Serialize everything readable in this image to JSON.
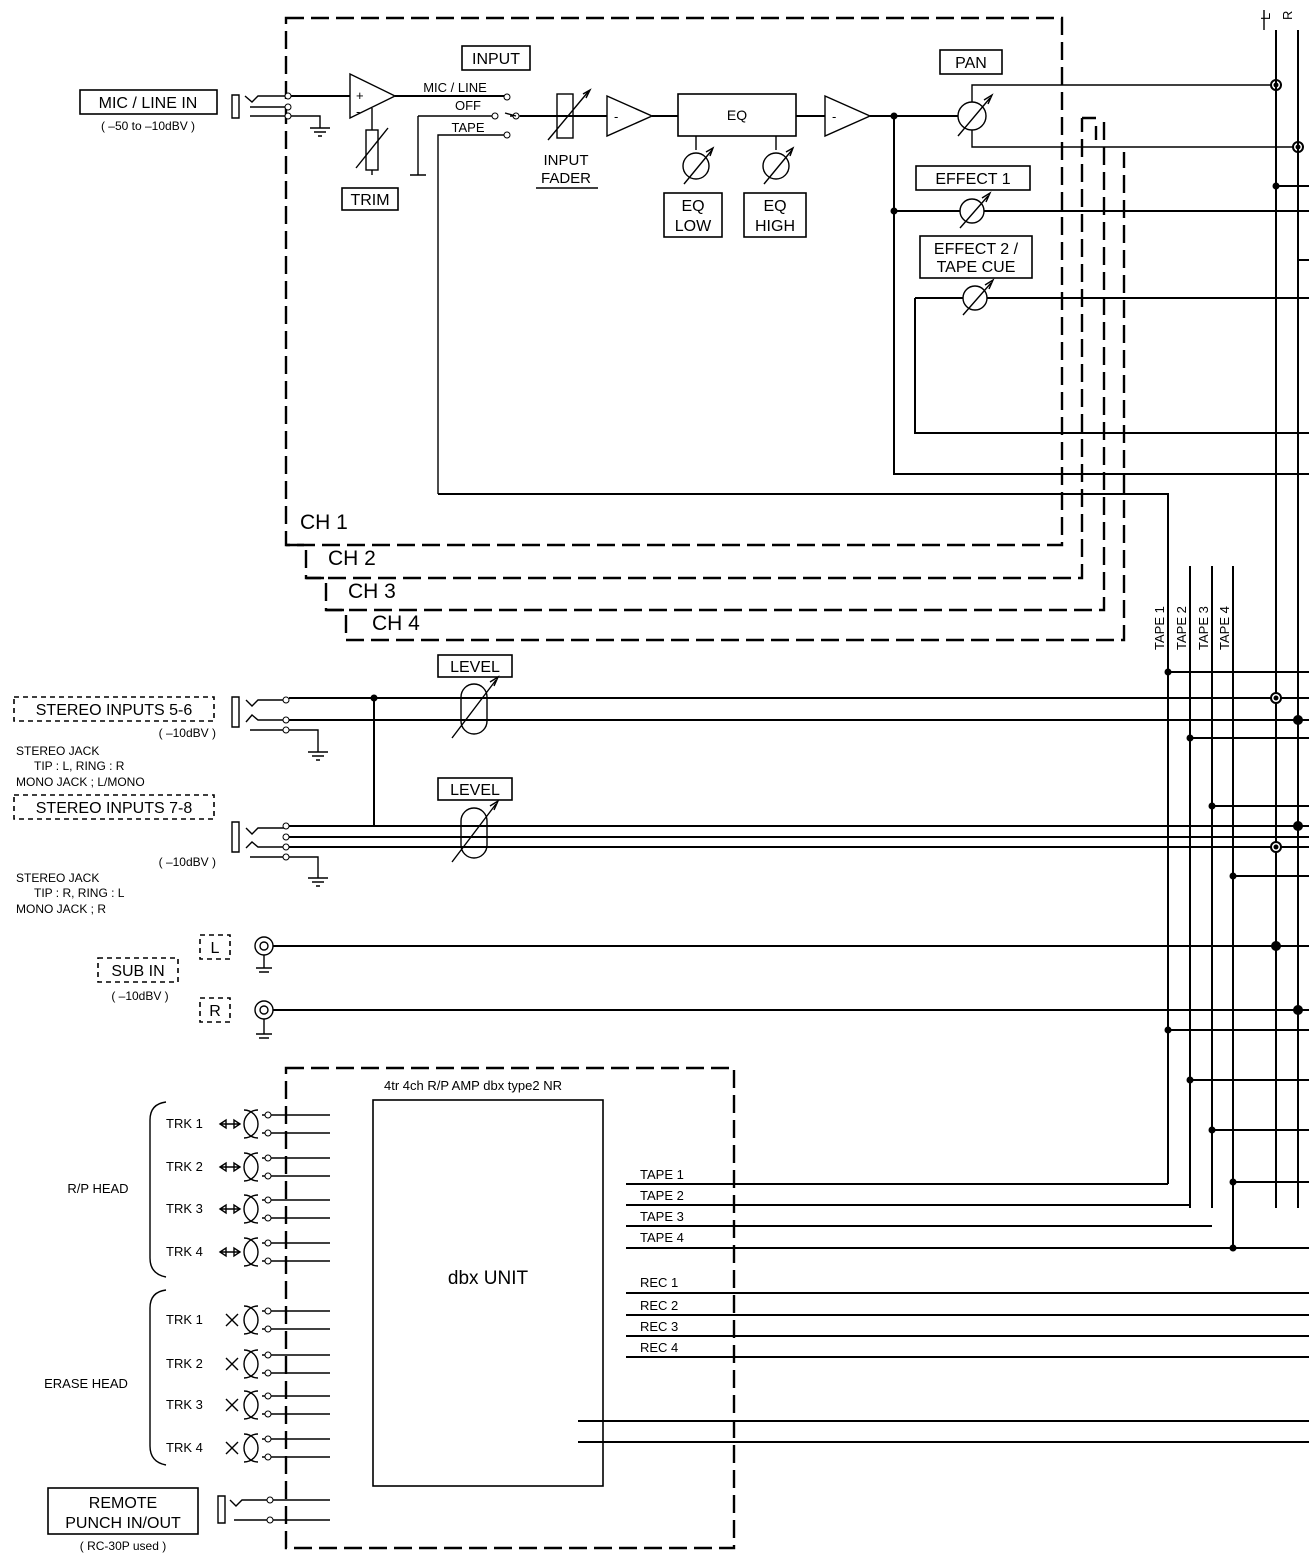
{
  "labels": {
    "mic_line_in": "MIC / LINE IN",
    "mic_level": "( –50 to –10dBV )",
    "input": "INPUT",
    "mic_line": "MIC / LINE",
    "off": "OFF",
    "tape": "TAPE",
    "trim": "TRIM",
    "input_fader_1": "INPUT",
    "input_fader_2": "FADER",
    "eq": "EQ",
    "eq_low_1": "EQ",
    "eq_low_2": "LOW",
    "eq_high_1": "EQ",
    "eq_high_2": "HIGH",
    "pan": "PAN",
    "effect1": "EFFECT 1",
    "effect2_1": "EFFECT 2 /",
    "effect2_2": "TAPE CUE",
    "ch1": "CH 1",
    "ch2": "CH 2",
    "ch3": "CH 3",
    "ch4": "CH 4",
    "bus_l": "L",
    "bus_r": "R",
    "tape_bus": [
      "TAPE 1",
      "TAPE 2",
      "TAPE 3",
      "TAPE 4"
    ],
    "level1": "LEVEL",
    "level2": "LEVEL",
    "stereo56": "STEREO INPUTS 5-6",
    "stereo56_level": "( –10dBV )",
    "stereo56_note1": "STEREO JACK",
    "stereo56_note2": "TIP : L,  RING : R",
    "stereo56_note3": "MONO JACK ; L/MONO",
    "stereo78": "STEREO INPUTS 7-8",
    "stereo78_level": "( –10dBV )",
    "stereo78_note1": "STEREO JACK",
    "stereo78_note2": "TIP : R,  RING : L",
    "stereo78_note3": "MONO JACK ; R",
    "sub_in": "SUB IN",
    "sub_in_level": "( –10dBV )",
    "sub_l": "L",
    "sub_r": "R",
    "amp_title": "4tr 4ch R/P AMP   dbx type2 NR",
    "dbx_unit": "dbx UNIT",
    "rp_head": "R/P HEAD",
    "erase_head": "ERASE HEAD",
    "trk": [
      "TRK 1",
      "TRK 2",
      "TRK 3",
      "TRK 4"
    ],
    "tape_out": [
      "TAPE 1",
      "TAPE 2",
      "TAPE 3",
      "TAPE 4"
    ],
    "rec_out": [
      "REC 1",
      "REC 2",
      "REC 3",
      "REC 4"
    ],
    "remote_1": "REMOTE",
    "remote_2": "PUNCH IN/OUT",
    "remote_note": "( RC-30P used )"
  }
}
